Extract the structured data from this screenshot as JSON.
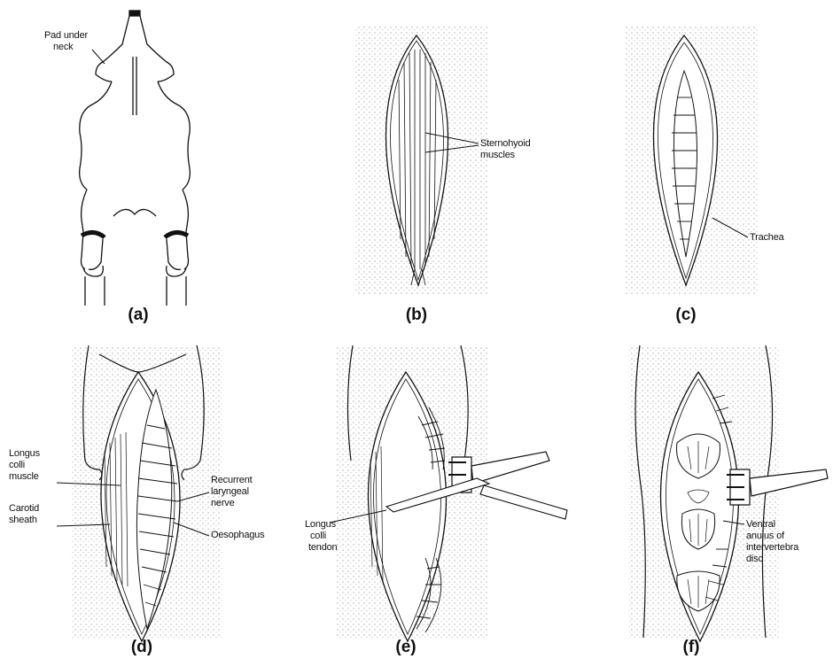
{
  "panels": [
    {
      "id": "a",
      "label": "(a)",
      "annotations": [
        "Pad under neck"
      ]
    },
    {
      "id": "b",
      "label": "(b)",
      "annotations": [
        "Sternohyoid muscles"
      ]
    },
    {
      "id": "c",
      "label": "(c)",
      "annotations": [
        "Trachea"
      ]
    },
    {
      "id": "d",
      "label": "(d)",
      "annotations": [
        "Longus colli muscle",
        "Carotid sheath",
        "Recurrent laryngeal nerve",
        "Oesophagus"
      ]
    },
    {
      "id": "e",
      "label": "(e)",
      "annotations": [
        "Longus colli tendon"
      ]
    },
    {
      "id": "f",
      "label": "(f)",
      "annotations": [
        "Ventral anulus of intervertebra disc"
      ]
    }
  ],
  "labels": {
    "a_pad_line1": "Pad under",
    "a_pad_line2": "neck",
    "b_stern_line1": "Sternohyoid",
    "b_stern_line2": "muscles",
    "c_trachea": "Trachea",
    "d_longus_line1": "Longus",
    "d_longus_line2": "colli",
    "d_longus_line3": "muscle",
    "d_carotid_line1": "Carotid",
    "d_carotid_line2": "sheath",
    "d_recurrent_line1": "Recurrent",
    "d_recurrent_line2": "laryngeal",
    "d_recurrent_line3": "nerve",
    "d_oesophagus": "Oesophagus",
    "e_tendon_line1": "Longus",
    "e_tendon_line2": "colli",
    "e_tendon_line3": "tendon",
    "f_ventral_line1": "Ventral",
    "f_ventral_line2": "anulus of",
    "f_ventral_line3": "intervertebra",
    "f_ventral_line4": "disc"
  },
  "colors": {
    "ink": "#111111",
    "stipple": "#9a9a9a",
    "paper": "#ffffff"
  }
}
